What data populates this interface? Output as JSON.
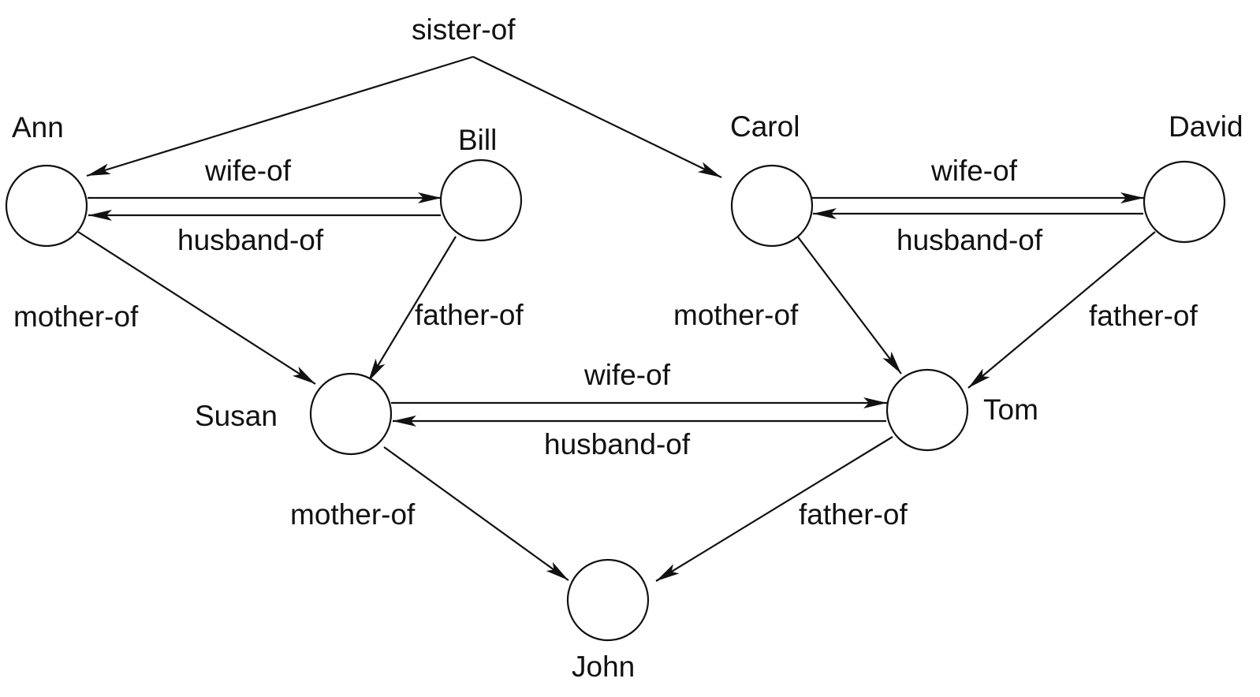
{
  "diagram": {
    "people": {
      "ann": "Ann",
      "bill": "Bill",
      "carol": "Carol",
      "david": "David",
      "susan": "Susan",
      "tom": "Tom",
      "john": "John"
    },
    "relations": {
      "sister_of": "sister-of",
      "ann_bill_wife": "wife-of",
      "bill_ann_husband": "husband-of",
      "carol_david_wife": "wife-of",
      "david_carol_husband": "husband-of",
      "susan_tom_wife": "wife-of",
      "tom_susan_husband": "husband-of",
      "ann_susan_mother": "mother-of",
      "bill_susan_father": "father-of",
      "carol_tom_mother": "mother-of",
      "david_tom_father": "father-of",
      "susan_john_mother": "mother-of",
      "tom_john_father": "father-of"
    }
  }
}
